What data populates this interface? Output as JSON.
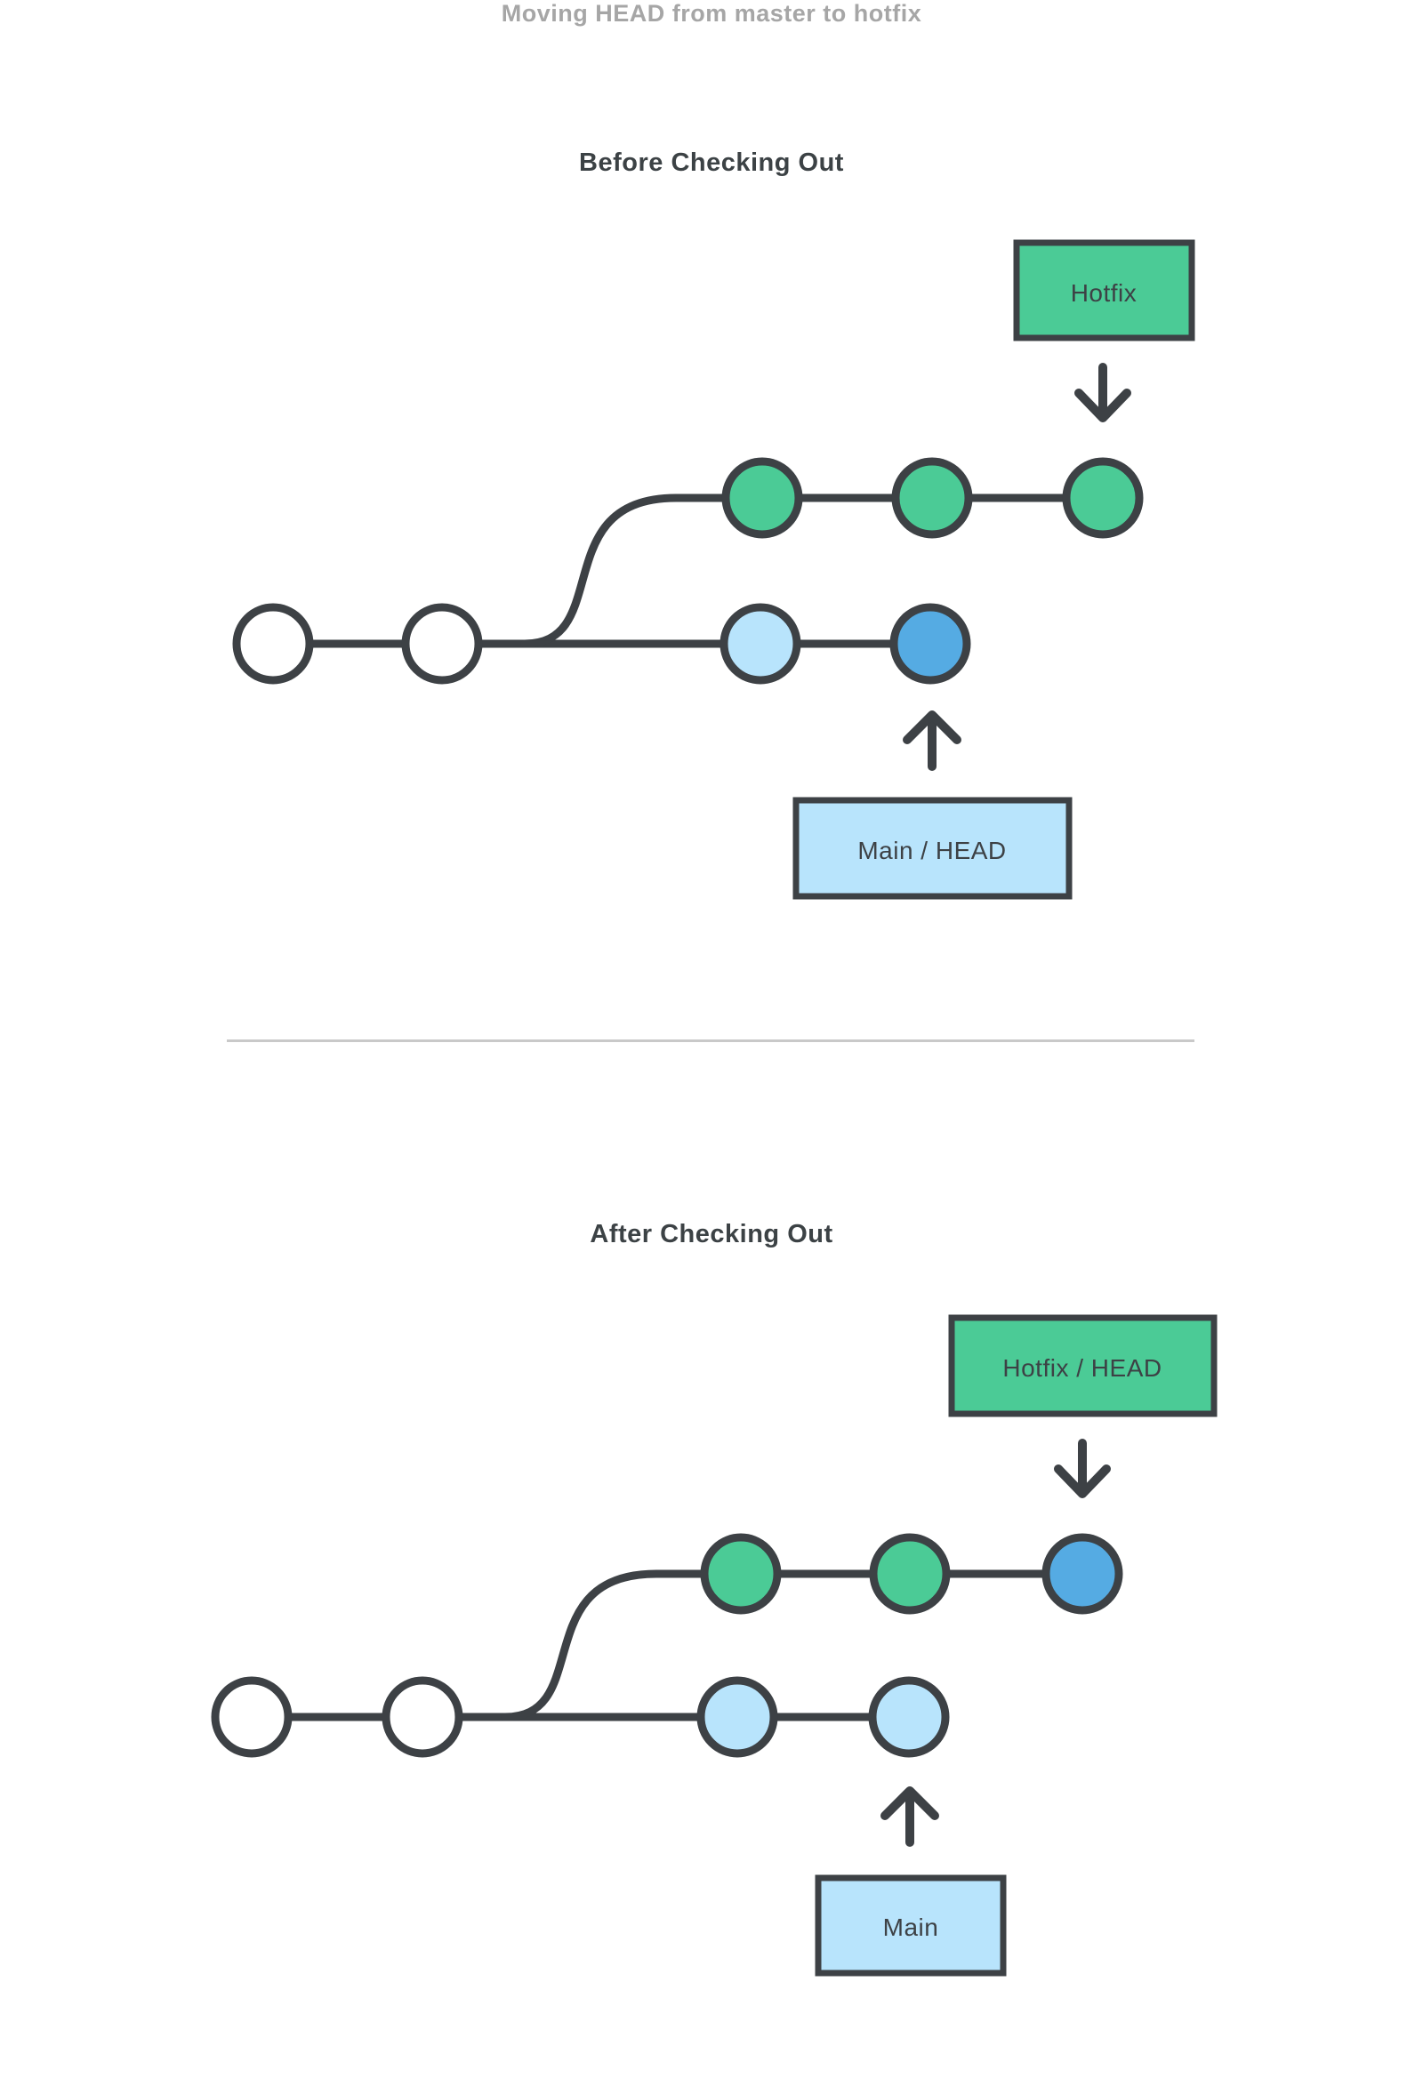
{
  "title": "Moving HEAD from master to hotfix",
  "colors": {
    "stroke": "#3d4145",
    "heading_text": "#3c4245",
    "title_text": "#a6a6a6",
    "green": "#4bcb96",
    "light_blue": "#b8e4fc",
    "blue": "#55abe3",
    "white": "#ffffff",
    "divider": "#c9c9c9"
  },
  "before": {
    "heading": "Before Checking Out",
    "hotfix_label": "Hotfix",
    "main_label": "Main  / HEAD",
    "branches": {
      "main_commits": [
        "white",
        "white",
        "light_blue",
        "blue"
      ],
      "hotfix_commits": [
        "green",
        "green",
        "green"
      ]
    },
    "head_points_to": "main"
  },
  "after": {
    "heading": "After Checking Out",
    "hotfix_label": "Hotfix / HEAD",
    "main_label": "Main",
    "branches": {
      "main_commits": [
        "white",
        "white",
        "light_blue",
        "light_blue"
      ],
      "hotfix_commits": [
        "green",
        "green",
        "blue"
      ]
    },
    "head_points_to": "hotfix"
  }
}
